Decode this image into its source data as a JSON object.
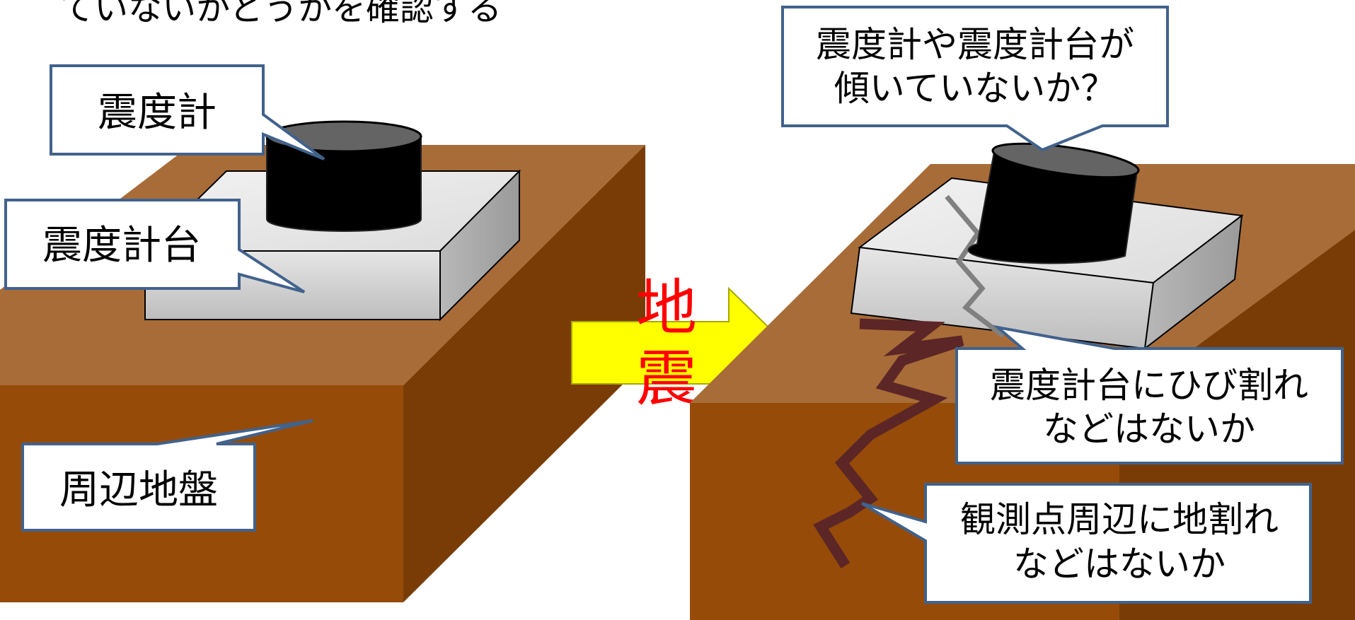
{
  "header": {
    "partial_title": "ていないかどうかを確認する"
  },
  "before": {
    "labels": {
      "seismometer": "震度計",
      "seismometer_stand": "震度計台",
      "surrounding_ground": "周辺地盤"
    }
  },
  "transition": {
    "label_line1": "地",
    "label_line2": "震",
    "arrow_color": "#ffff00",
    "text_color": "#ff0000"
  },
  "after": {
    "checks": {
      "tilt_line1": "震度計や震度計台が",
      "tilt_line2": "傾いていないか？",
      "stand_crack_line1": "震度計台にひび割れ",
      "stand_crack_line2": "などはないか",
      "ground_crack_line1": "観測点周辺に地割れ",
      "ground_crack_line2": "などはないか"
    }
  },
  "colors": {
    "ground_top": "#a86c38",
    "ground_front": "#964b08",
    "ground_side": "#7a3c06",
    "callout_border": "#41628c",
    "ground_crack": "#5c2626",
    "stand_crack": "#808080"
  }
}
